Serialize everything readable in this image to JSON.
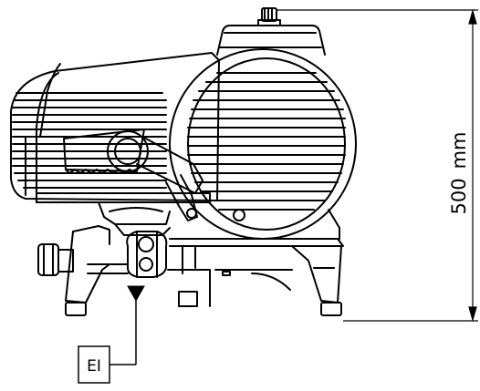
{
  "dimension": {
    "height_value": "500",
    "height_unit": "mm"
  },
  "callout": {
    "label": "EI"
  }
}
